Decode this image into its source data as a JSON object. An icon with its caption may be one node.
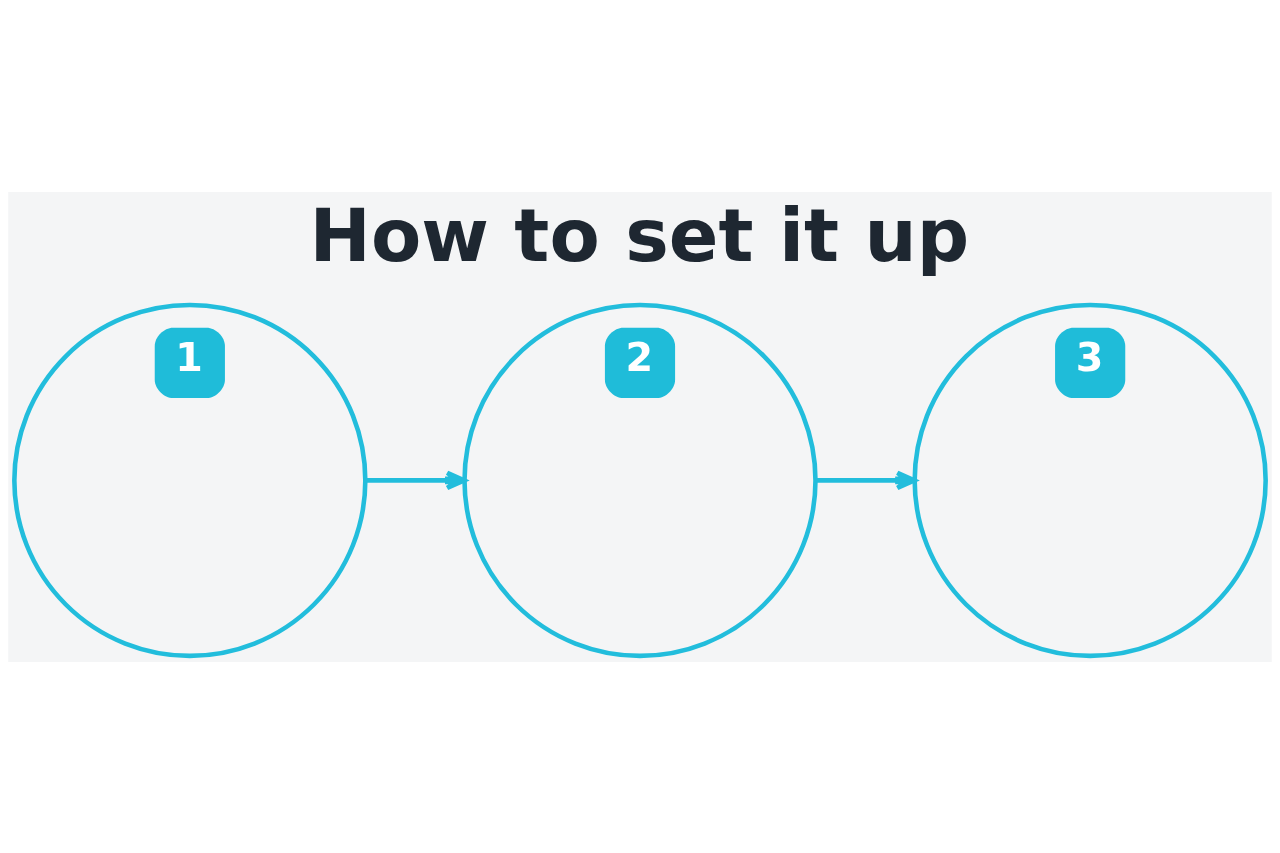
{
  "diagram": {
    "title": "How to set it up",
    "nodes": [
      {
        "text": [
          "1"
        ]
      },
      {
        "text": [
          "2"
        ]
      },
      {
        "text": [
          "3"
        ]
      }
    ],
    "edges": [
      {
        "from": 0,
        "to": 1,
        "arrow": "to"
      },
      {
        "from": 1,
        "to": 2,
        "arrow": "to"
      }
    ]
  }
}
